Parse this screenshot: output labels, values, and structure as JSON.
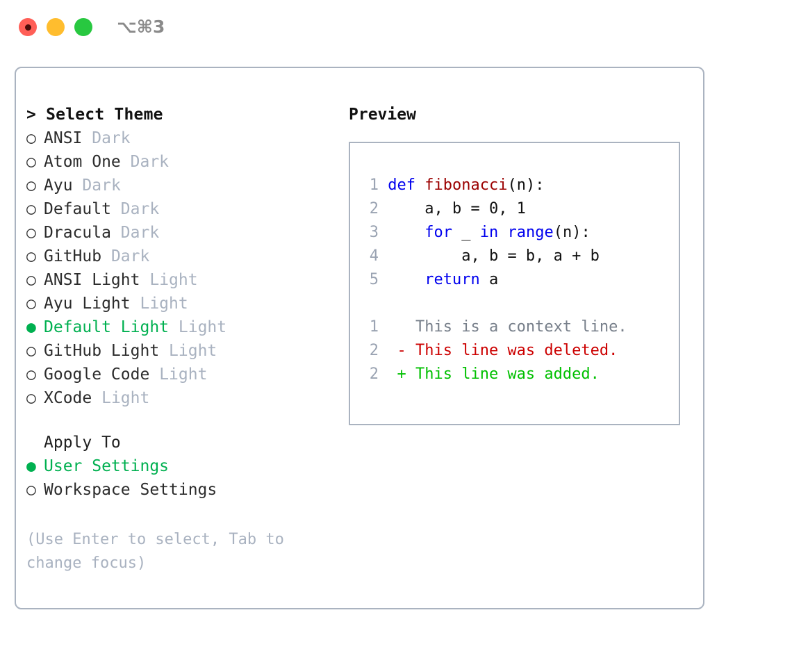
{
  "titlebar": {
    "buttons": [
      {
        "name": "close",
        "color": "#ff5f57"
      },
      {
        "name": "minimize",
        "color": "#ffbd2e"
      },
      {
        "name": "maximize",
        "color": "#28c840"
      }
    ],
    "shortcut": "⌥⌘3"
  },
  "theme_picker": {
    "heading": "> Select Theme",
    "selected_theme": "Default Light",
    "bullet_unselected": "○",
    "bullet_selected": "●",
    "items": [
      {
        "bullet": "○",
        "name": "ANSI",
        "category": "Dark",
        "selected": false
      },
      {
        "bullet": "○",
        "name": "Atom One",
        "category": "Dark",
        "selected": false
      },
      {
        "bullet": "○",
        "name": "Ayu",
        "category": "Dark",
        "selected": false
      },
      {
        "bullet": "○",
        "name": "Default",
        "category": "Dark",
        "selected": false
      },
      {
        "bullet": "○",
        "name": "Dracula",
        "category": "Dark",
        "selected": false
      },
      {
        "bullet": "○",
        "name": "GitHub",
        "category": "Dark",
        "selected": false
      },
      {
        "bullet": "○",
        "name": "ANSI Light",
        "category": "Light",
        "selected": false
      },
      {
        "bullet": "○",
        "name": "Ayu Light",
        "category": "Light",
        "selected": false
      },
      {
        "bullet": "●",
        "name": "Default Light",
        "category": "Light",
        "selected": true
      },
      {
        "bullet": "○",
        "name": "GitHub Light",
        "category": "Light",
        "selected": false
      },
      {
        "bullet": "○",
        "name": "Google Code",
        "category": "Light",
        "selected": false
      },
      {
        "bullet": "○",
        "name": "XCode",
        "category": "Light",
        "selected": false
      }
    ]
  },
  "apply_to": {
    "title": "Apply To",
    "selected": "User Settings",
    "options": [
      {
        "bullet": "●",
        "label": "User Settings",
        "selected": true
      },
      {
        "bullet": "○",
        "label": "Workspace Settings",
        "selected": false
      }
    ]
  },
  "hint": "(Use Enter to select, Tab to change focus)",
  "preview": {
    "title": "Preview",
    "code_lines": [
      {
        "num": "1",
        "indent": "",
        "tokens": [
          {
            "t": "def",
            "c": "kw"
          },
          {
            "t": " ",
            "c": "pl"
          },
          {
            "t": "fibonacci",
            "c": "fn"
          },
          {
            "t": "(n):",
            "c": "pl"
          }
        ]
      },
      {
        "num": "2",
        "indent": "    ",
        "tokens": [
          {
            "t": "a, b = 0, 1",
            "c": "pl"
          }
        ]
      },
      {
        "num": "3",
        "indent": "    ",
        "tokens": [
          {
            "t": "for",
            "c": "kw"
          },
          {
            "t": " _ ",
            "c": "pl"
          },
          {
            "t": "in",
            "c": "kw"
          },
          {
            "t": " ",
            "c": "pl"
          },
          {
            "t": "range",
            "c": "kw"
          },
          {
            "t": "(n):",
            "c": "pl"
          }
        ]
      },
      {
        "num": "4",
        "indent": "        ",
        "tokens": [
          {
            "t": "a, b = b, a + b",
            "c": "pl"
          }
        ]
      },
      {
        "num": "5",
        "indent": "    ",
        "tokens": [
          {
            "t": "return",
            "c": "kw"
          },
          {
            "t": " a",
            "c": "pl"
          }
        ]
      }
    ],
    "diff_lines": [
      {
        "num": "1",
        "marker": "  ",
        "text": "This is a context line.",
        "kind": "d-ctx"
      },
      {
        "num": "2",
        "marker": "- ",
        "text": "This line was deleted.",
        "kind": "d-del"
      },
      {
        "num": "2",
        "marker": "+ ",
        "text": "This line was added.",
        "kind": "d-add"
      }
    ]
  },
  "colors": {
    "accent_green": "#00b050",
    "muted": "#a9b2c0",
    "border": "#aab3c0",
    "keyword_blue": "#0000ee",
    "function_red": "#9b0000",
    "diff_deleted": "#cc0000",
    "diff_added": "#00c000",
    "line_number": "#9aa3b2"
  }
}
